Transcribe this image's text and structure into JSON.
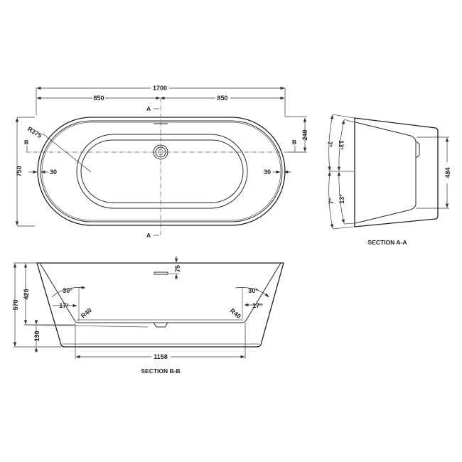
{
  "plan_view": {
    "overall_length": "1700",
    "half_length_left": "850",
    "half_length_right": "850",
    "overall_width": "750",
    "corner_radius": "R375",
    "rim_left": "30",
    "rim_right": "30",
    "offset_to_centerline": "240",
    "section_a_top": "A",
    "section_a_bottom": "A",
    "section_b_left": "B",
    "section_b_right": "B"
  },
  "section_aa": {
    "title": "SECTION A-A",
    "angle_outer_top": "7°",
    "angle_inner_top": "13°",
    "angle_outer_bottom": "7°",
    "angle_inner_bottom": "13°",
    "inner_depth": "484"
  },
  "section_bb": {
    "title": "SECTION B-B",
    "overall_height": "570",
    "inner_depth": "420",
    "base_height": "130",
    "overflow_offset": "75",
    "angle_left_outer": "30°",
    "angle_left_inner": "17°",
    "angle_right_outer": "30°",
    "angle_right_inner": "17°",
    "radius_left": "R40",
    "radius_right": "R40",
    "inner_base_length": "1158"
  }
}
